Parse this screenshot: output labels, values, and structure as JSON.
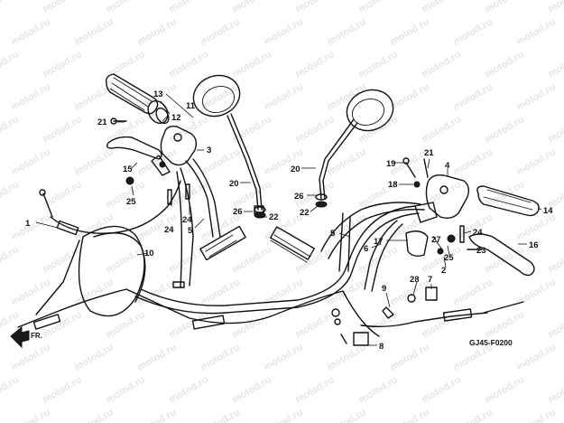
{
  "watermark": "motod.ru",
  "diagram_code": "GJ45-F0200",
  "direction_marker": "FR.",
  "labels": [
    {
      "id": "1",
      "text": "1"
    },
    {
      "id": "2",
      "text": "2"
    },
    {
      "id": "3",
      "text": "3"
    },
    {
      "id": "4",
      "text": "4"
    },
    {
      "id": "5a",
      "text": "5"
    },
    {
      "id": "5b",
      "text": "5"
    },
    {
      "id": "6",
      "text": "6"
    },
    {
      "id": "7",
      "text": "7"
    },
    {
      "id": "8",
      "text": "8"
    },
    {
      "id": "9",
      "text": "9"
    },
    {
      "id": "10",
      "text": "10"
    },
    {
      "id": "11",
      "text": "11"
    },
    {
      "id": "12",
      "text": "12"
    },
    {
      "id": "13",
      "text": "13"
    },
    {
      "id": "14",
      "text": "14"
    },
    {
      "id": "15",
      "text": "15"
    },
    {
      "id": "16",
      "text": "16"
    },
    {
      "id": "17",
      "text": "17"
    },
    {
      "id": "18",
      "text": "18"
    },
    {
      "id": "19",
      "text": "19"
    },
    {
      "id": "20a",
      "text": "20"
    },
    {
      "id": "20b",
      "text": "20"
    },
    {
      "id": "21a",
      "text": "21"
    },
    {
      "id": "21b",
      "text": "21"
    },
    {
      "id": "22a",
      "text": "22"
    },
    {
      "id": "22b",
      "text": "22"
    },
    {
      "id": "23",
      "text": "23"
    },
    {
      "id": "24a",
      "text": "24"
    },
    {
      "id": "24b",
      "text": "24"
    },
    {
      "id": "24c",
      "text": "24"
    },
    {
      "id": "25a",
      "text": "25"
    },
    {
      "id": "25b",
      "text": "25"
    },
    {
      "id": "26a",
      "text": "26"
    },
    {
      "id": "26b",
      "text": "26"
    },
    {
      "id": "27",
      "text": "27"
    },
    {
      "id": "28",
      "text": "28"
    }
  ]
}
